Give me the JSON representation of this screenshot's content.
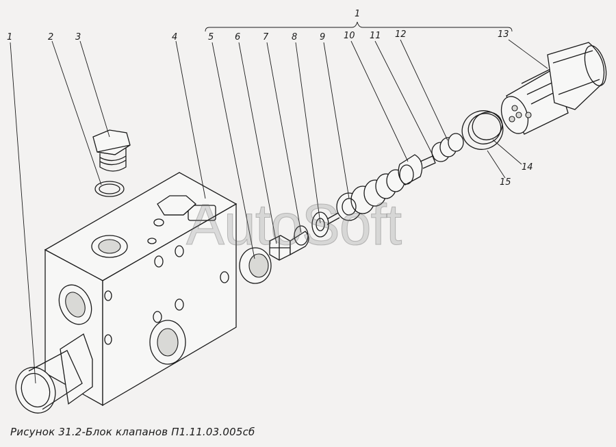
{
  "figure": {
    "caption": "Рисунок 31.2-Блок клапанов П1.11.03.005сб",
    "watermark": "AutoSoft",
    "callouts": [
      "1",
      "2",
      "3",
      "4",
      "5",
      "6",
      "7",
      "8",
      "9",
      "10",
      "11",
      "12",
      "13",
      "14",
      "15"
    ],
    "group_callout": "1"
  }
}
